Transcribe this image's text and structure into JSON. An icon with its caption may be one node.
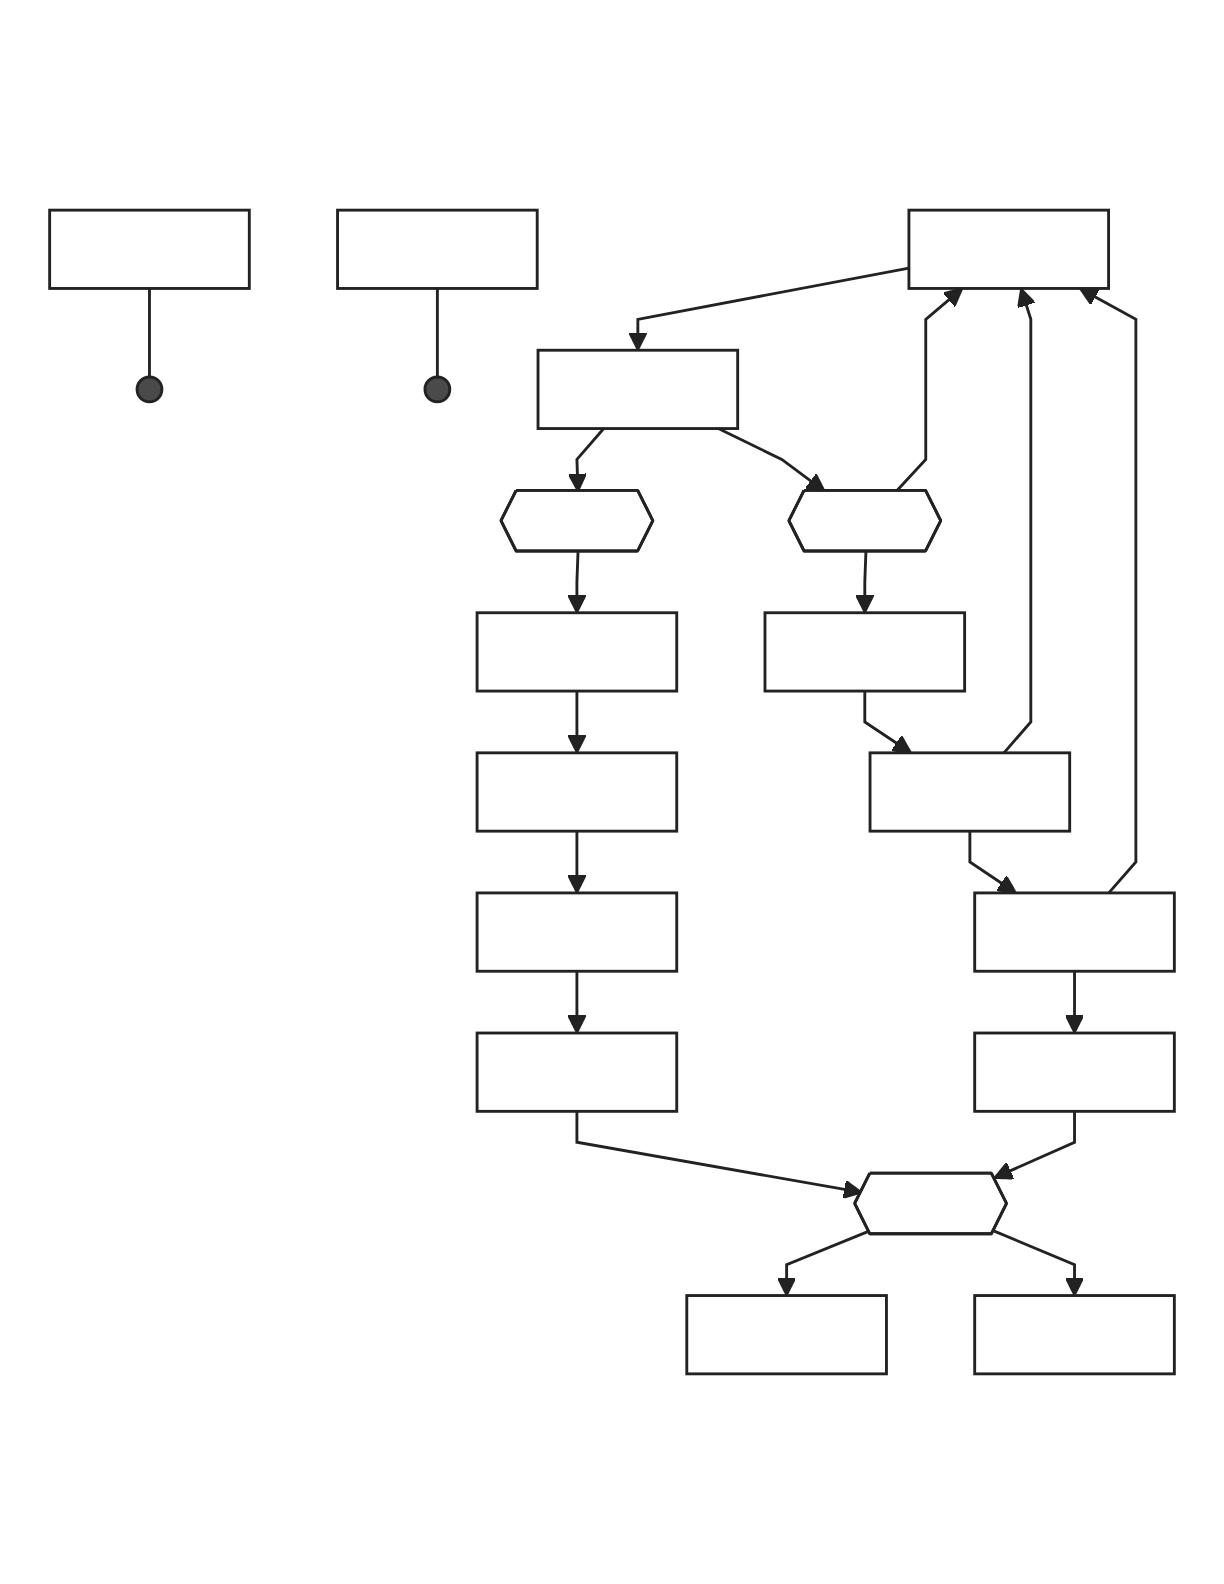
{
  "diagram": {
    "nodes": [
      {
        "text": [],
        "shape": "box"
      },
      {
        "text": [],
        "shape": "box"
      },
      {
        "text": [],
        "shape": "hexagon"
      },
      {
        "text": [],
        "shape": "hexagon"
      },
      {
        "text": [],
        "shape": "box"
      },
      {
        "text": [],
        "shape": "box"
      },
      {
        "text": [],
        "shape": "box"
      },
      {
        "text": [],
        "shape": "box"
      },
      {
        "text": [],
        "shape": "box"
      },
      {
        "text": [],
        "shape": "box"
      },
      {
        "text": [],
        "shape": "box"
      },
      {
        "text": [],
        "shape": "box"
      },
      {
        "text": [],
        "shape": "hexagon"
      },
      {
        "text": [],
        "shape": "box"
      },
      {
        "text": [],
        "shape": "box"
      },
      {
        "text": [],
        "shape": "box"
      },
      {
        "text": [],
        "shape": "box"
      },
      {
        "text": [],
        "shape": "circle"
      },
      {
        "text": [],
        "shape": "circle"
      }
    ],
    "edges": [
      {
        "from": 0,
        "to": 1,
        "arrow": "to"
      },
      {
        "from": 1,
        "to": 2,
        "arrow": "to"
      },
      {
        "from": 1,
        "to": 3,
        "arrow": "to"
      },
      {
        "from": 2,
        "to": 4,
        "arrow": "to"
      },
      {
        "from": 4,
        "to": 6,
        "arrow": "to"
      },
      {
        "from": 6,
        "to": 8,
        "arrow": "to"
      },
      {
        "from": 8,
        "to": 10,
        "arrow": "to"
      },
      {
        "from": 10,
        "to": 12,
        "arrow": "to"
      },
      {
        "from": 3,
        "to": 5,
        "arrow": "to"
      },
      {
        "from": 5,
        "to": 7,
        "arrow": "to"
      },
      {
        "from": 7,
        "to": 9,
        "arrow": "to"
      },
      {
        "from": 9,
        "to": 11,
        "arrow": "to"
      },
      {
        "from": 11,
        "to": 12,
        "arrow": "to"
      },
      {
        "from": 3,
        "to": 0,
        "arrow": "to"
      },
      {
        "from": 7,
        "to": 0,
        "arrow": "to"
      },
      {
        "from": 9,
        "to": 0,
        "arrow": "to"
      },
      {
        "from": 12,
        "to": 13,
        "arrow": "to"
      },
      {
        "from": 12,
        "to": 14,
        "arrow": "to"
      },
      {
        "from": 15,
        "to": 17,
        "arrow": "none"
      },
      {
        "from": 16,
        "to": 18,
        "arrow": "none"
      }
    ]
  }
}
